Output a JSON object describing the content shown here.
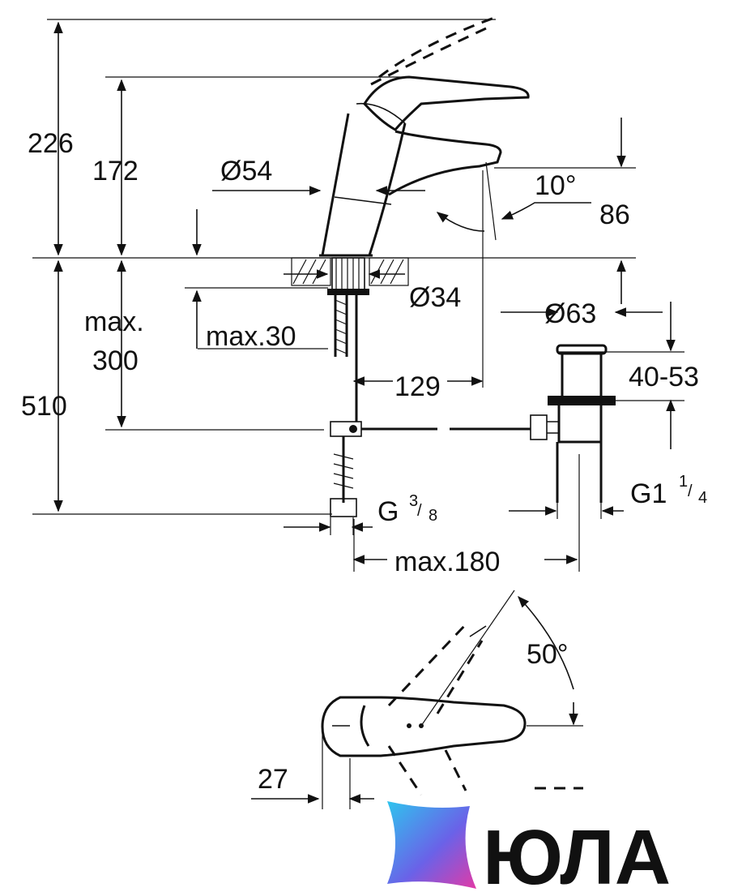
{
  "dimensions": {
    "total_height": "226",
    "lever_height": "172",
    "body_diameter": "Ø54",
    "spout_angle": "10°",
    "spout_height": "86",
    "hole_diameter": "Ø34",
    "max_thickness_label": "max.",
    "max_thickness_value": "300",
    "max_30": "max.30",
    "spout_reach": "129",
    "drain_diameter": "Ø63",
    "drain_range": "40-53",
    "under_height": "510",
    "connector_g": "G",
    "connector_frac_num": "3",
    "connector_frac_den": "8",
    "waste_g": "G1",
    "waste_frac_num": "1",
    "waste_frac_den": "4",
    "max_180": "max.180",
    "lever_angle": "50°",
    "lever_offset": "27"
  },
  "brand": {
    "name": "ЮЛА",
    "colors": {
      "gradient_start": "#2fc4ee",
      "gradient_mid": "#6a62e8",
      "gradient_end": "#e23aa6",
      "text": "#111111"
    }
  }
}
